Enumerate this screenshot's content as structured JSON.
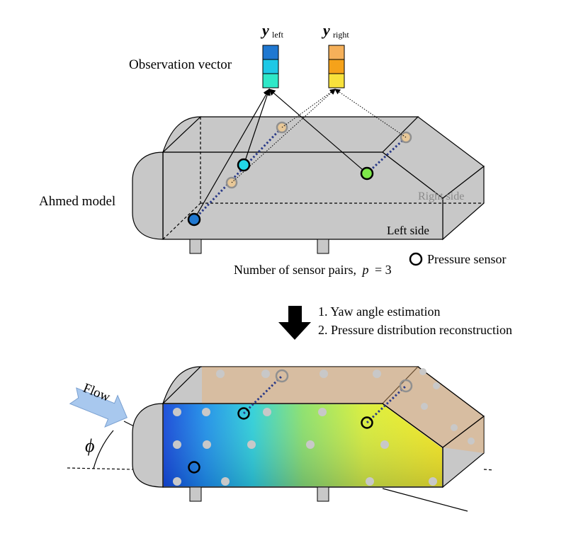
{
  "labels": {
    "y_left_sym": "y",
    "y_left_sub": "left",
    "y_right_sym": "y",
    "y_right_sub": "right",
    "observation_vector": "Observation vector",
    "ahmed_model": "Ahmed model",
    "right_side": "Right side",
    "left_side": "Left side",
    "pressure_sensor": "Pressure sensor",
    "sensor_pairs_prefix": "Number of sensor pairs,",
    "sensor_pairs_var": "p",
    "sensor_pairs_eq": "= 3",
    "step1": "1. Yaw angle estimation",
    "step2": "2. Pressure distribution reconstruction",
    "flow": "Flow",
    "phi": "ϕ"
  },
  "colors": {
    "y_left": [
      "#1f78d1",
      "#1ec8e6",
      "#2ee8c8"
    ],
    "y_right": [
      "#f5b05a",
      "#f5a21a",
      "#f8e23c"
    ],
    "sensor_blue": "#1f78d1",
    "sensor_cyan": "#22d7e6",
    "sensor_green": "#7ee84a",
    "body_gray": "#c8c8c8",
    "flow_arrow": "#a8c8ee"
  }
}
